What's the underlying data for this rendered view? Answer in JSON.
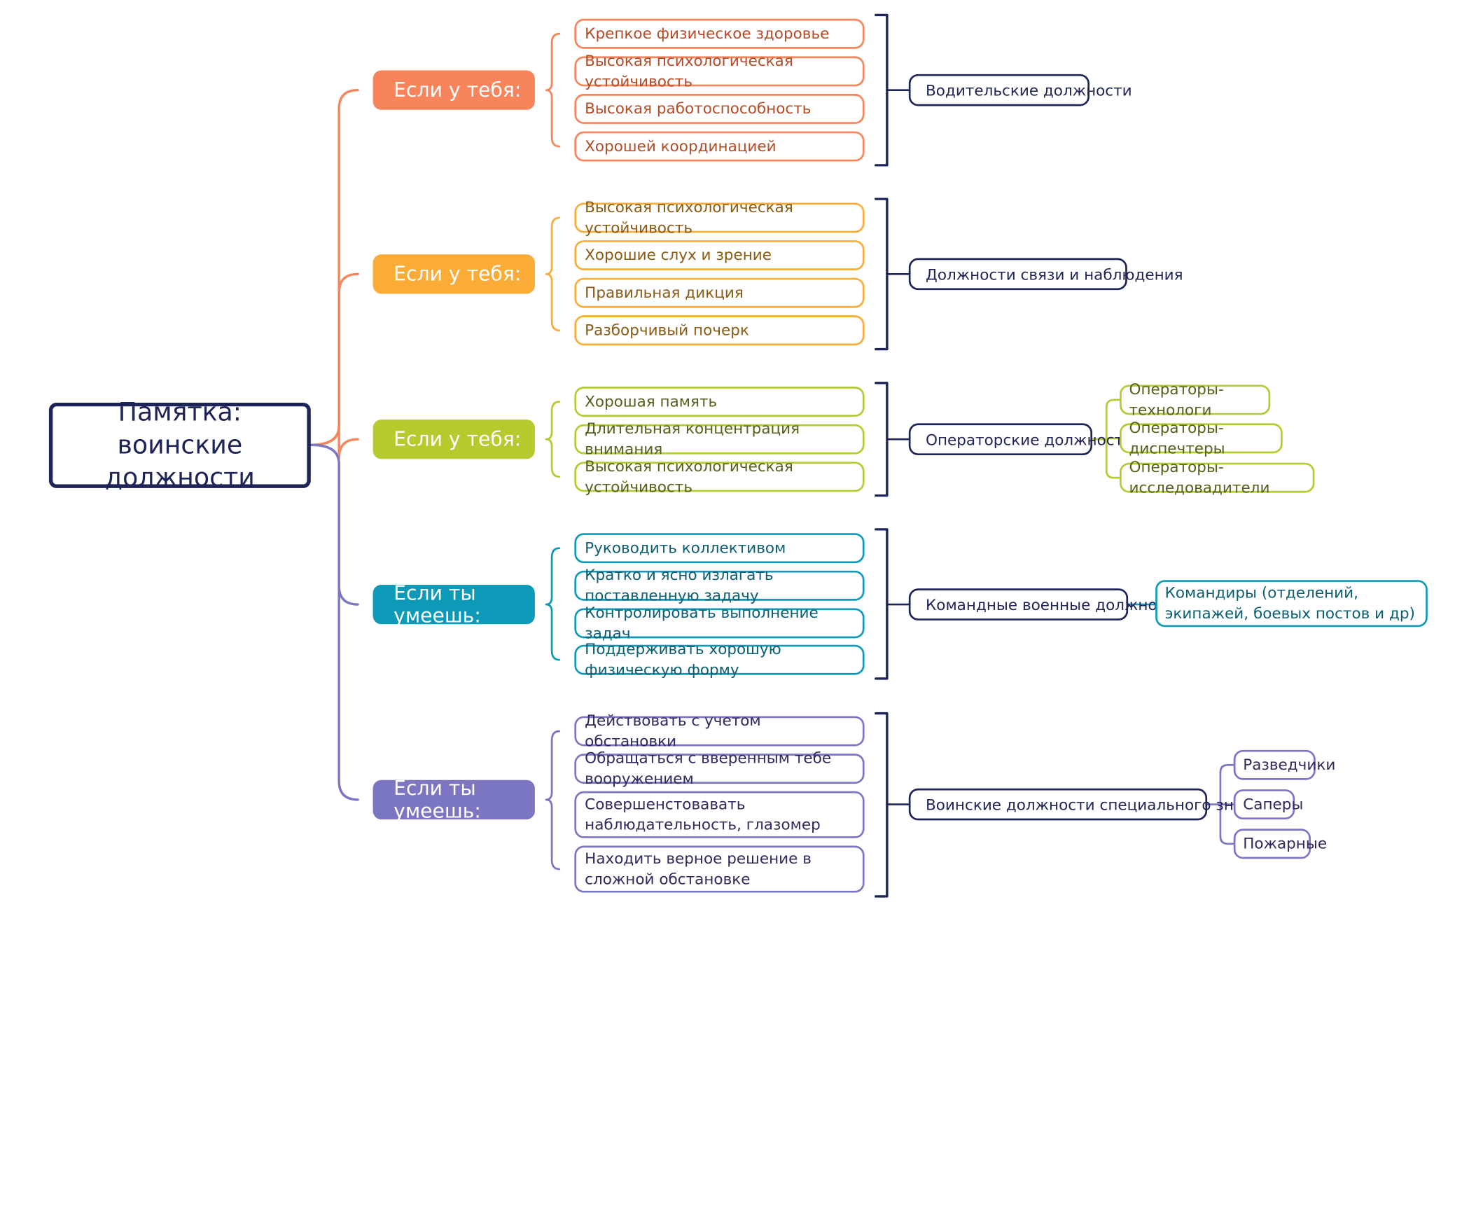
{
  "root": {
    "title": "Памятка: воинские должности"
  },
  "colors": {
    "navy": "#1d2457",
    "branch_orange": "#f7845a",
    "branch_amber": "#fbac36",
    "branch_green": "#b6c92d",
    "branch_teal": "#0d9ab9",
    "branch_purple": "#7b76c2"
  },
  "branches": [
    {
      "label": "Если у тебя:",
      "color": "#f7845a",
      "text_color": "#b44b27",
      "items": [
        "Крепкое физическое здоровье",
        "Высокая психологическая устойчивость",
        "Высокая работоспособность",
        "Хорошей координацией"
      ],
      "position": "Водительские должности",
      "subpositions": []
    },
    {
      "label": "Если у тебя:",
      "color": "#fbac36",
      "text_color": "#8a5a12",
      "items": [
        "Высокая психологическая устойчивость",
        "Хорошие слух и зрение",
        "Правильная дикция",
        "Разборчивый почерк"
      ],
      "position": "Должности связи и наблюдения",
      "subpositions": []
    },
    {
      "label": "Если у тебя:",
      "color": "#b6c92d",
      "text_color": "#55601a",
      "items": [
        "Хорошая память",
        "Длительная концентрация внимания",
        "Высокая психологическая устойчивость"
      ],
      "position": "Операторские должности",
      "subpositions": [
        "Операторы-технологи",
        "Операторы-диспечтеры",
        "Операторы-исследовадители"
      ]
    },
    {
      "label": "Если ты умеешь:",
      "color": "#0d9ab9",
      "text_color": "#0b5e72",
      "items": [
        "Руководить коллективом",
        "Кратко и ясно излагать поставленную задачу",
        "Контролировать выполнение задач",
        "Поддерживать хорошую физическую форму"
      ],
      "position": "Командные военные должности",
      "subpositions": [
        "Командиры (отделений, экипажей, боевых постов и др)"
      ]
    },
    {
      "label": "Если ты умеешь:",
      "color": "#7b76c2",
      "text_color": "#2e2a5e",
      "items": [
        "Действовать с учетом обстановки",
        "Обращаться с вверенным тебе вооружением",
        "Совершенстовавать наблюдательность, глазомер",
        "Находить верное решение в сложной обстановке"
      ],
      "position": "Воинские должности специального значения",
      "subpositions": [
        "Разведчики",
        "Саперы",
        "Пожарные"
      ]
    }
  ]
}
